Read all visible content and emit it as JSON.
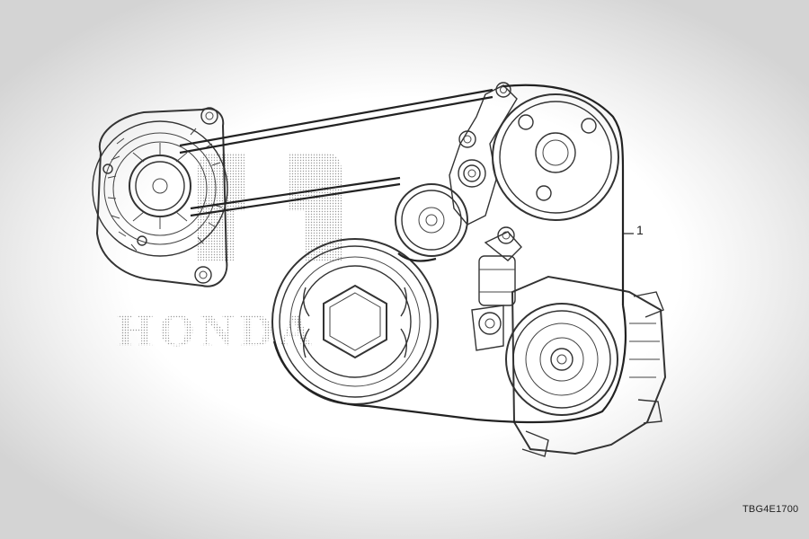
{
  "callout": {
    "label": "1"
  },
  "figure_code": "TBG4E1700",
  "watermark": {
    "text": "HONDA",
    "color": "#8a8a8a"
  },
  "line_color": "#333333"
}
